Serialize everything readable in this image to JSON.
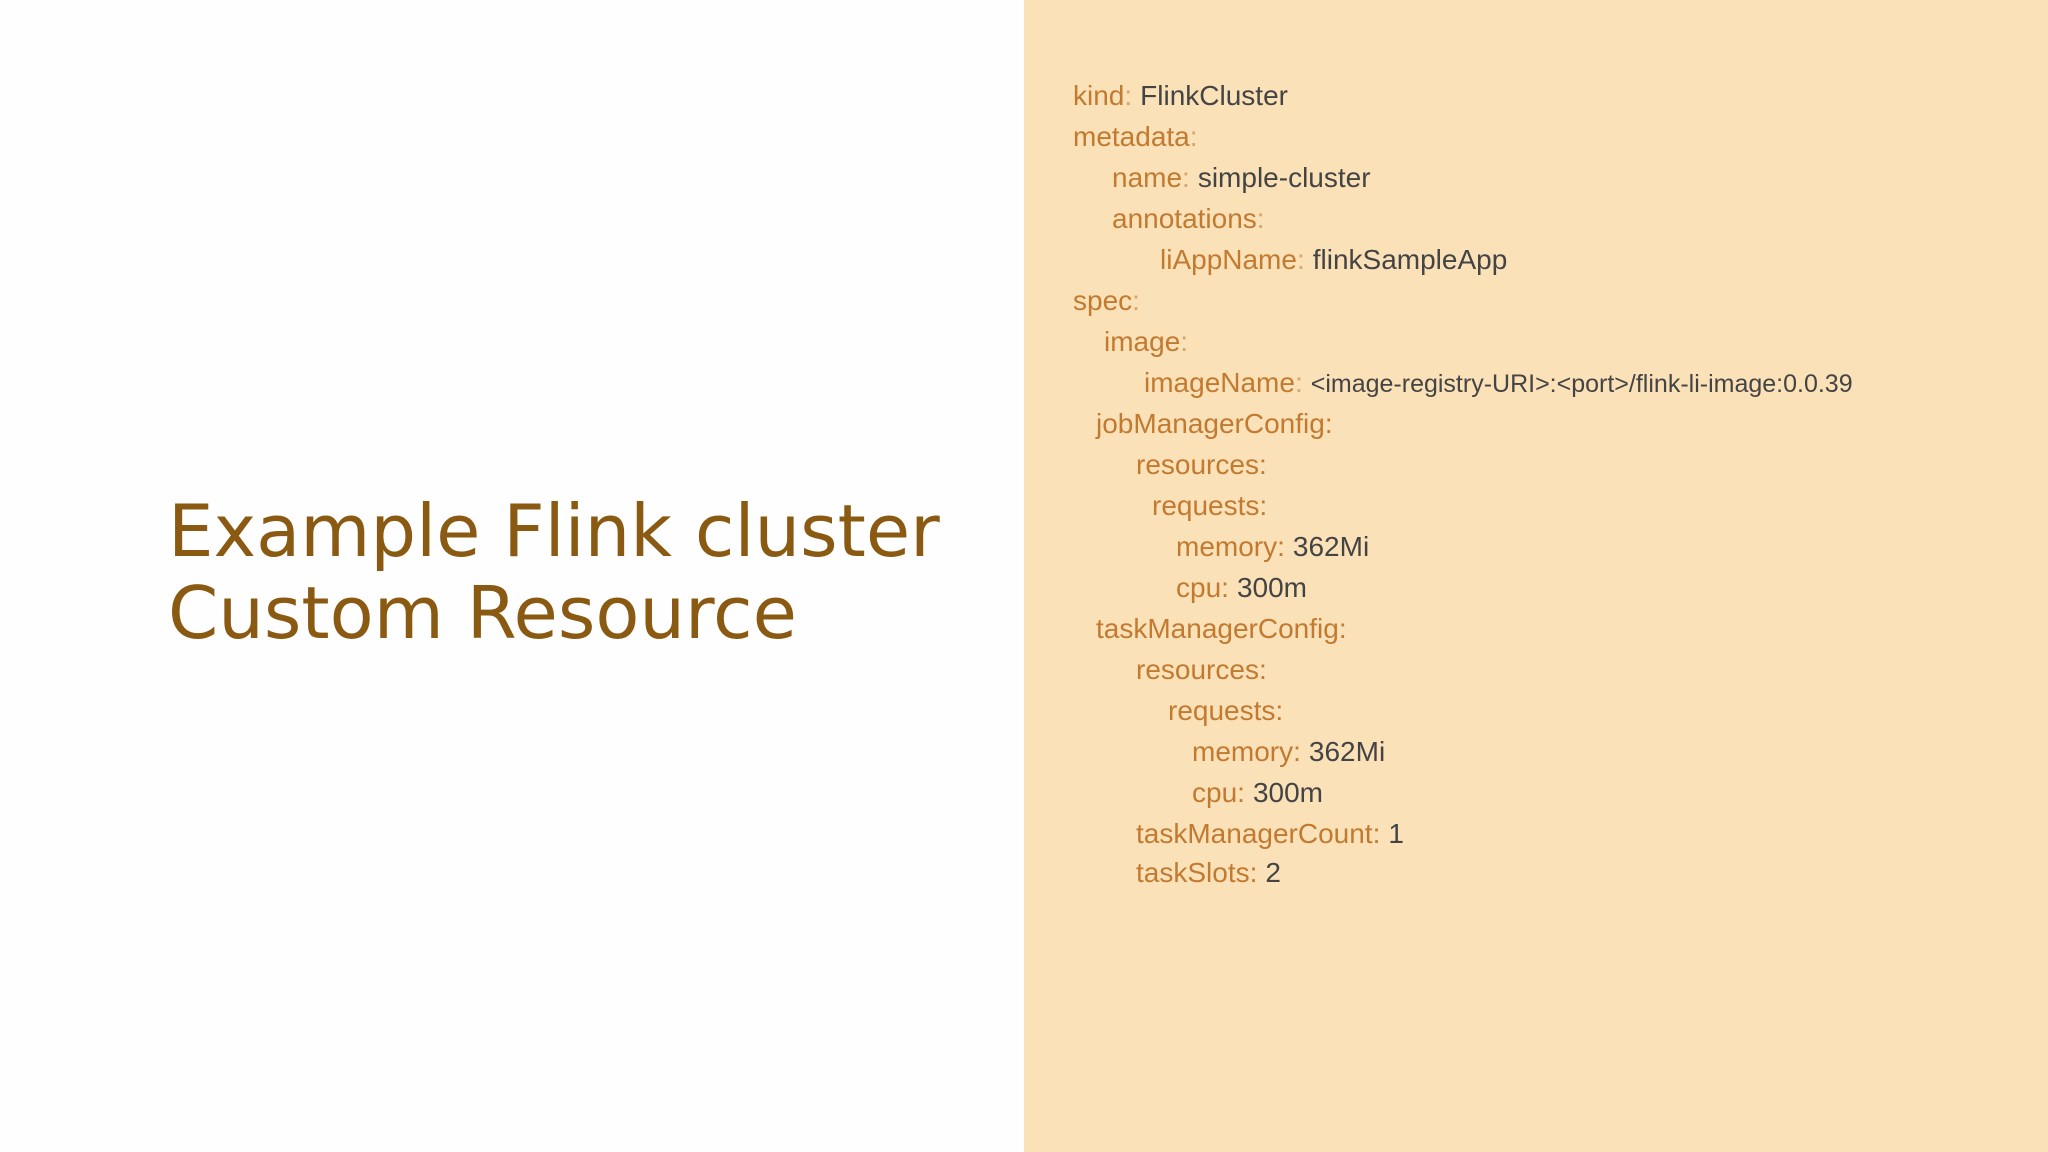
{
  "slide": {
    "title_line1": "Example Flink cluster",
    "title_line2": "Custom Resource"
  },
  "code": {
    "lines": [
      {
        "key": "kind",
        "value": "FlinkCluster"
      },
      {
        "key": "metadata",
        "value": ""
      },
      {
        "key": "name",
        "value": "simple-cluster"
      },
      {
        "key": "annotations",
        "value": ""
      },
      {
        "key": "liAppName",
        "value": "flinkSampleApp"
      },
      {
        "key": "spec",
        "value": ""
      },
      {
        "key": "image",
        "value": ""
      },
      {
        "key": "imageName",
        "value": "<image-registry-URI>:<port>/flink-li-image:0.0.39"
      },
      {
        "key": "jobManagerConfig",
        "value": ""
      },
      {
        "key": "resources",
        "value": ""
      },
      {
        "key": "requests",
        "value": ""
      },
      {
        "key": "memory",
        "value": "362Mi"
      },
      {
        "key": "cpu",
        "value": "300m"
      },
      {
        "key": "taskManagerConfig",
        "value": ""
      },
      {
        "key": "resources",
        "value": ""
      },
      {
        "key": "requests",
        "value": ""
      },
      {
        "key": "memory",
        "value": "362Mi"
      },
      {
        "key": "cpu",
        "value": "300m"
      },
      {
        "key": "taskManagerCount",
        "value": "1"
      },
      {
        "key": "taskSlots",
        "value": "2"
      }
    ]
  },
  "colors": {
    "title": "#8a5a12",
    "code_key": "#c27a30",
    "code_value": "#444444",
    "panel_background": "#fbe1b8"
  }
}
